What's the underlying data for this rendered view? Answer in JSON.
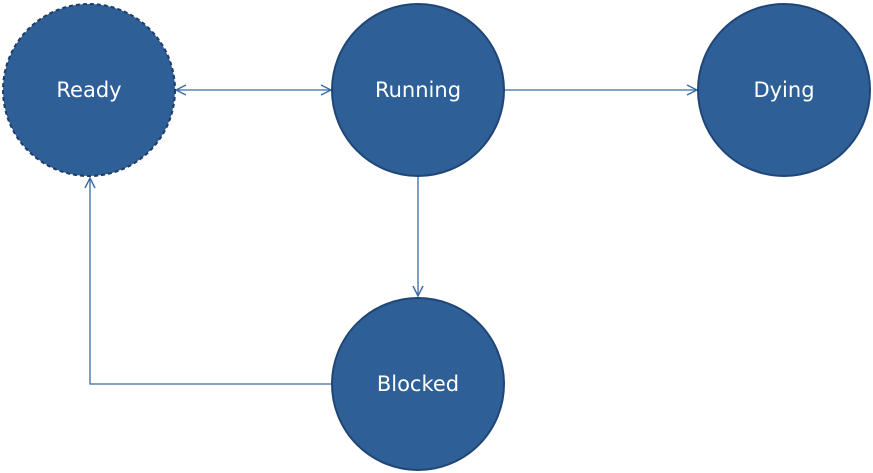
{
  "diagram": {
    "nodes": {
      "ready": {
        "label": "Ready",
        "style": "dashed"
      },
      "running": {
        "label": "Running",
        "style": "solid"
      },
      "dying": {
        "label": "Dying",
        "style": "solid"
      },
      "blocked": {
        "label": "Blocked",
        "style": "solid"
      }
    },
    "edges": [
      {
        "from": "ready",
        "to": "running",
        "bidirectional": true
      },
      {
        "from": "running",
        "to": "dying",
        "bidirectional": false
      },
      {
        "from": "running",
        "to": "blocked",
        "bidirectional": false
      },
      {
        "from": "blocked",
        "to": "ready",
        "bidirectional": false
      }
    ]
  },
  "colors": {
    "node_fill": "#2f5f97",
    "node_stroke": "#1f4676",
    "edge": "#3a6aa6",
    "label": "#ffffff"
  }
}
